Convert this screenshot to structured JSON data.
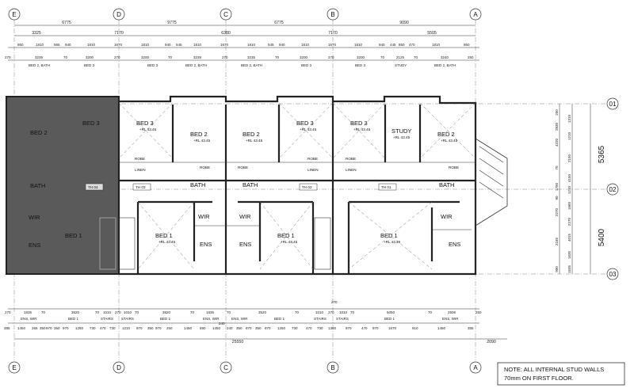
{
  "grid": {
    "columns": [
      "E",
      "D",
      "C",
      "B",
      "A"
    ],
    "rows": [
      "01",
      "02",
      "03"
    ]
  },
  "top_dims": {
    "row1": [
      "6775",
      "9775",
      "6775",
      "9090"
    ],
    "row2": [
      "3325",
      "7170",
      "6380",
      "7170",
      "5505"
    ],
    "row3": [
      "950",
      "1810",
      "565",
      "940",
      "1810",
      "1670",
      "1810",
      "940",
      "545",
      "1810",
      "1670",
      "1810",
      "545",
      "940",
      "1810",
      "1670",
      "1810",
      "940",
      "445",
      "850",
      "470",
      "1810",
      "950"
    ],
    "row4": [
      "270",
      "3235",
      "70",
      "3200",
      "270",
      "3200",
      "70",
      "3235",
      "270",
      "3235",
      "70",
      "3200",
      "270",
      "3200",
      "70",
      "2125",
      "70",
      "3240",
      "250"
    ],
    "row5": [
      "BED 2, BATH",
      "BED 3",
      "BED 3",
      "BED 2, BATH",
      "BED 2, BATH",
      "BED 3",
      "BED 3",
      "STUDY",
      "BED 2, BATH"
    ]
  },
  "bottom_dims": {
    "row1": [
      "270"
    ],
    "row2": [
      "270",
      "1835",
      "70",
      "3520",
      "70",
      "1010",
      "270",
      "1010",
      "70",
      "3520",
      "70",
      "1835",
      "70",
      "3520",
      "70",
      "1010",
      "270",
      "1010",
      "70",
      "5050",
      "70",
      "2505",
      "250"
    ],
    "row2_labels": [
      "ENS, WIR",
      "BED 1",
      "STAIRS",
      "STAIRS",
      "BED 1",
      "ENS, WIR",
      "ENS, WIR",
      "BED 1",
      "STAIRS",
      "STAIRS",
      "BED 1",
      "ENS, WIR"
    ],
    "row3": [
      "385",
      "1450",
      "265",
      "350",
      "970",
      "350",
      "970",
      "1250",
      "730",
      "470",
      "730",
      "1210",
      "970",
      "350",
      "970",
      "250",
      "1450",
      "590",
      "1450",
      "240",
      "350",
      "970",
      "350",
      "970",
      "1250",
      "730",
      "470",
      "730",
      "1300",
      "970",
      "470",
      "970",
      "1670",
      "910",
      "1450",
      "385"
    ],
    "row3b": [
      "240"
    ],
    "total": "25550",
    "extra": "2090"
  },
  "right_dims": {
    "outer_top": "5365",
    "outer_bottom": "5400",
    "col1": [
      "250",
      "2830",
      "4220",
      "70",
      "1790",
      "4150",
      "2270",
      "4015",
      "2165",
      "900",
      "1635",
      "90"
    ],
    "col2": [
      "1310",
      "1210",
      "2150",
      "1210",
      "1660",
      "2270",
      "1635"
    ]
  },
  "rooms": {
    "bed1": "BED 1",
    "bed2": "BED 2",
    "bed3": "BED 3",
    "bath": "BATH",
    "wir": "WIR",
    "ens": "ENS",
    "study": "STUDY",
    "robe": "ROBE",
    "linen": "LINEN",
    "rl": "+RL 43.45"
  },
  "townhouses": [
    "TH 04",
    "TH 03",
    "TH 02",
    "TH 01"
  ],
  "note": {
    "line1": "NOTE: ALL INTERNAL STUD WALLS",
    "line2": "70mm ON FIRST FLOOR."
  },
  "colors": {
    "shade": "#5a5a5a",
    "ink": "#222222"
  }
}
